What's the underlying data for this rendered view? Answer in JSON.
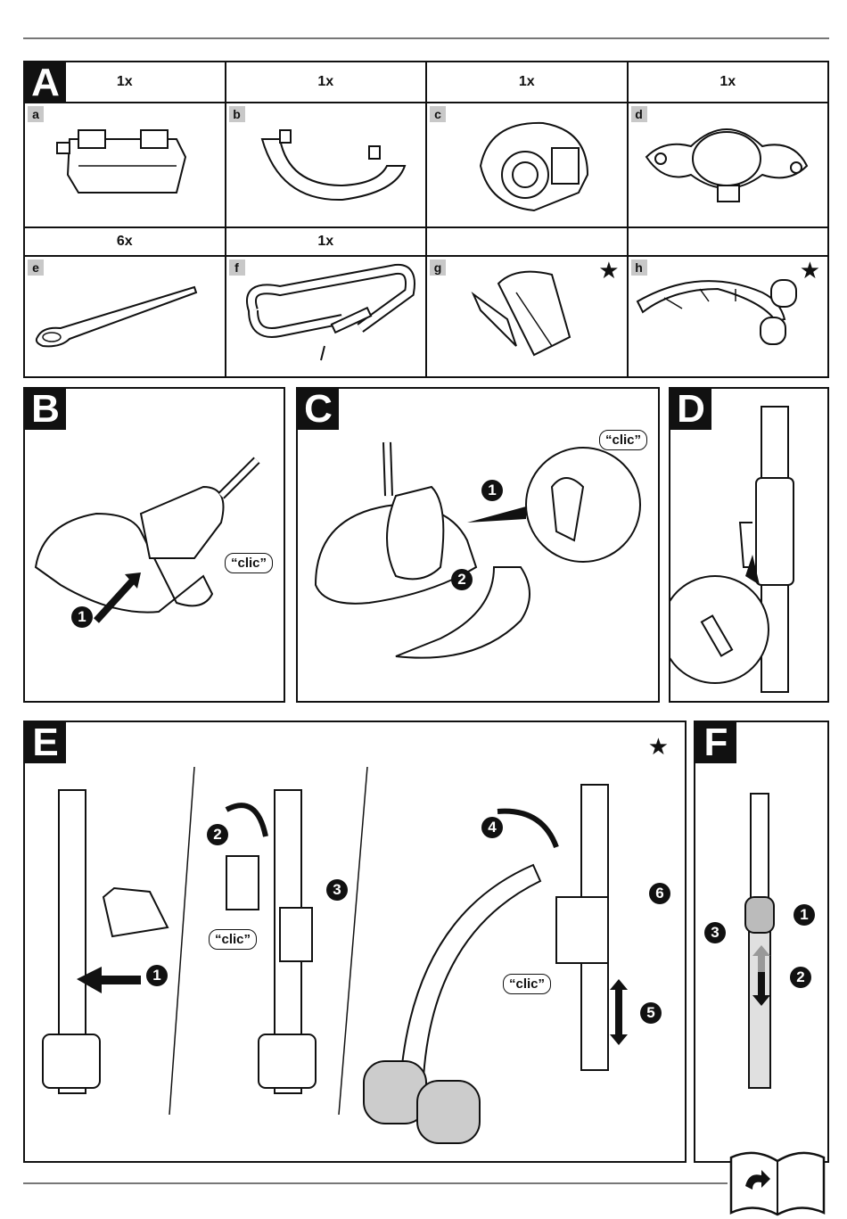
{
  "sections": {
    "A": "A",
    "B": "B",
    "C": "C",
    "D": "D",
    "E": "E",
    "F": "F"
  },
  "parts": {
    "row1": [
      {
        "letter": "a",
        "qty": "1x"
      },
      {
        "letter": "b",
        "qty": "1x"
      },
      {
        "letter": "c",
        "qty": "1x"
      },
      {
        "letter": "d",
        "qty": "1x"
      }
    ],
    "row2": [
      {
        "letter": "e",
        "qty": "6x"
      },
      {
        "letter": "f",
        "qty": "1x"
      },
      {
        "letter": "g",
        "qty": ""
      },
      {
        "letter": "h",
        "qty": ""
      }
    ]
  },
  "star": "★",
  "clic": "“clic”",
  "steps": {
    "one": "1",
    "two": "2",
    "three": "3",
    "four": "4",
    "five": "5",
    "six": "6"
  },
  "icons": [
    "star-icon",
    "book-page-turn-icon",
    "arrow-icon"
  ]
}
